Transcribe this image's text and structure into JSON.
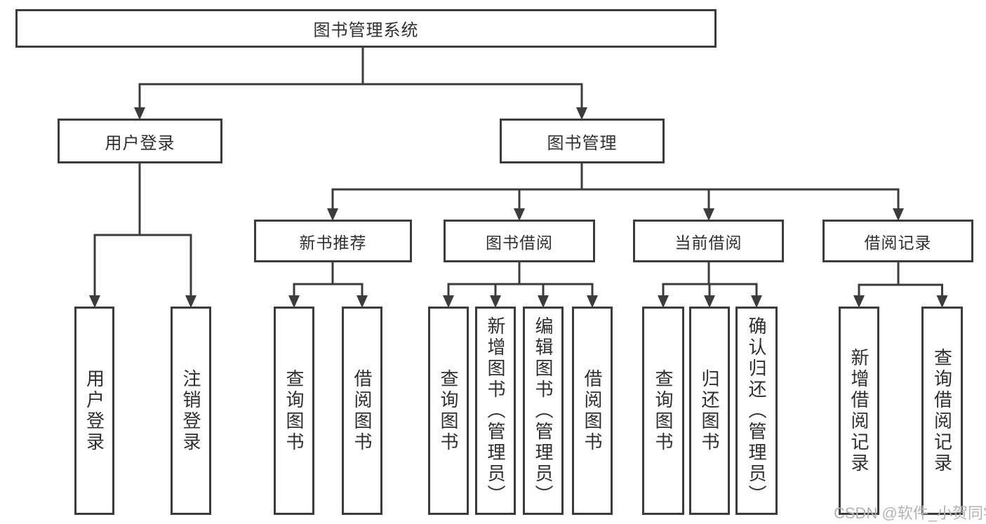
{
  "diagram": {
    "title": "图书管理系统",
    "level2": {
      "user_login": "用户登录",
      "book_management": "图书管理"
    },
    "level3": {
      "new_book_recommend": "新书推荐",
      "book_borrowing": "图书借阅",
      "current_borrowing": "当前借阅",
      "borrowing_records": "借阅记录"
    },
    "leaves": {
      "user_login": "用户登录",
      "logout": "注销登录",
      "recommend_query_books": "查询图书",
      "recommend_borrow_books": "借阅图书",
      "borrowing_query_books": "查询图书",
      "borrowing_add_books": "新增图书（管理员）",
      "borrowing_edit_books": "编辑图书（管理员）",
      "borrowing_borrow_books": "借阅图书",
      "current_query_books": "查询图书",
      "current_return_books": "归还图书",
      "current_confirm_return": "确认归还（管理员）",
      "records_add_record": "新增借阅记录",
      "records_query_record": "查询借阅记录"
    }
  },
  "watermark": "CSDN @软件_小贺同学",
  "colors": {
    "line": "#3c3c3c",
    "text": "#2f2f2f",
    "watermark": "#b3b3b3",
    "background": "#ffffff"
  }
}
